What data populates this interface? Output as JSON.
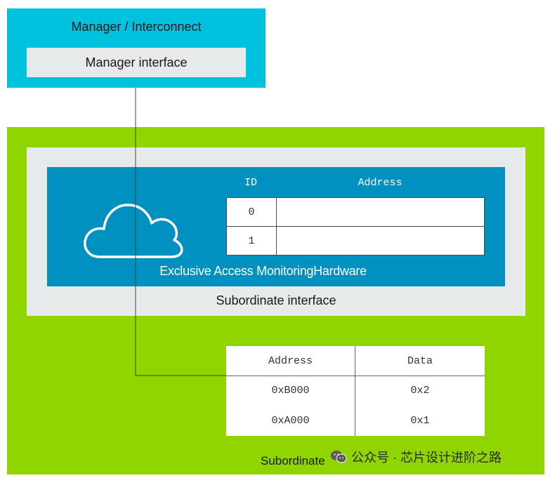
{
  "manager": {
    "title": "Manager / Interconnect",
    "interface_label": "Manager interface"
  },
  "subordinate": {
    "label": "Subordinate",
    "interface_label": "Subordinate interface",
    "monitor": {
      "label": "Exclusive Access MonitoringHardware",
      "columns": [
        "ID",
        "Address"
      ],
      "rows": [
        {
          "id": "0",
          "address": ""
        },
        {
          "id": "1",
          "address": ""
        }
      ]
    },
    "memory": {
      "columns": [
        "Address",
        "Data"
      ],
      "rows": [
        {
          "address": "0xB000",
          "data": "0x2"
        },
        {
          "address": "0xA000",
          "data": "0x1"
        }
      ]
    }
  },
  "watermark": {
    "text": "公众号 · 芯片设计进阶之路",
    "icon": "wechat-icon"
  },
  "colors": {
    "manager": "#00c1de",
    "subordinate": "#90d400",
    "interface": "#e6eaea",
    "monitor": "#0091c0"
  }
}
